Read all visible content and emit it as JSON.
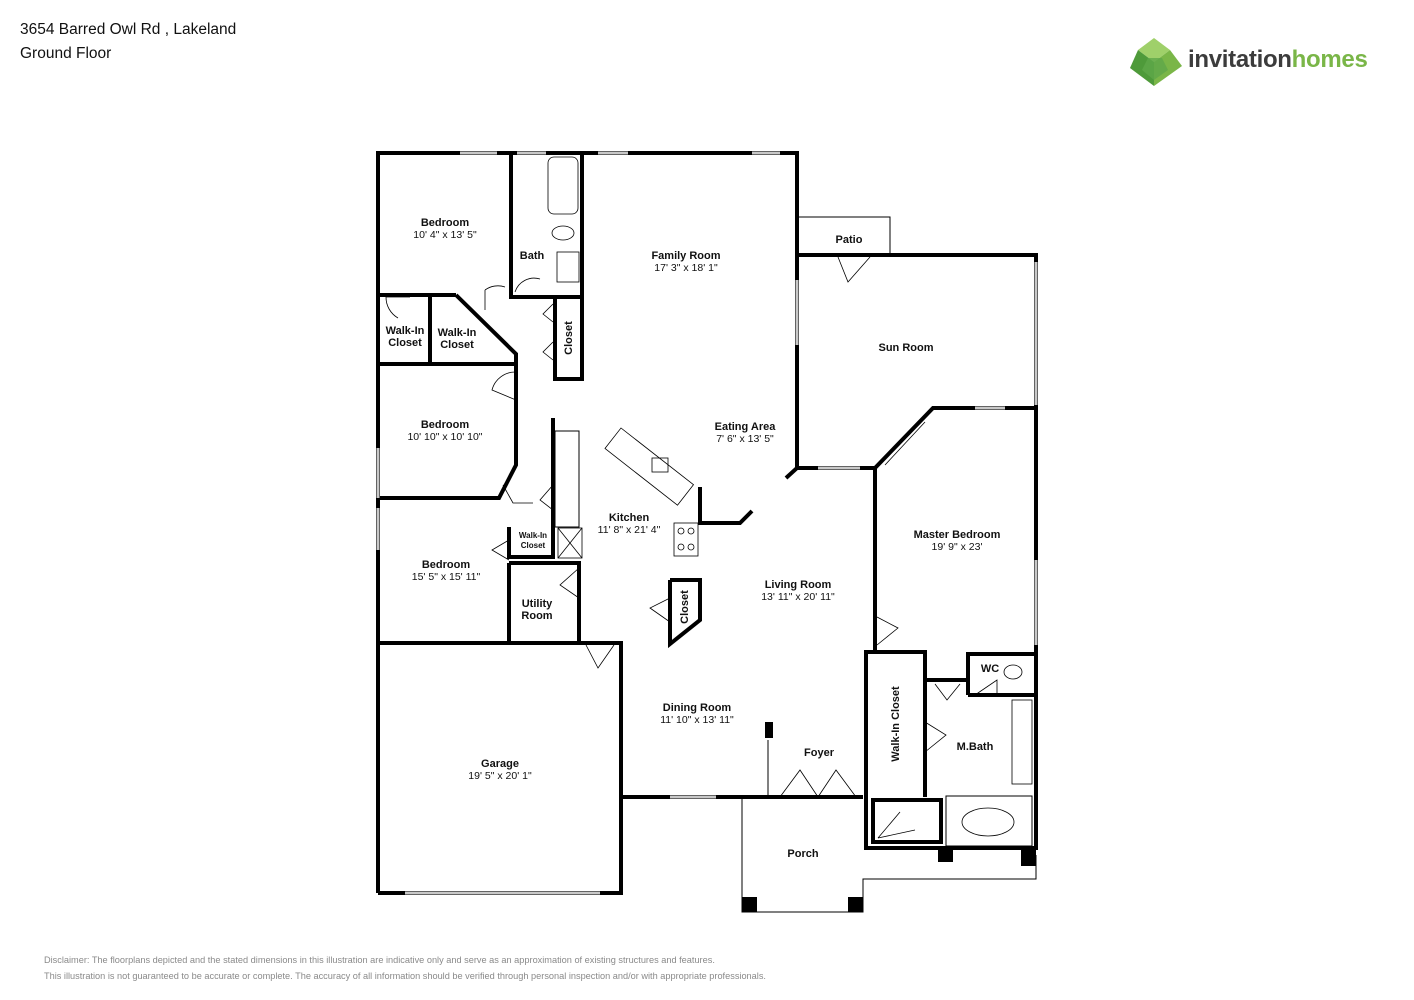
{
  "header": {
    "address": "3654 Barred Owl Rd , Lakeland",
    "floor": "Ground Floor"
  },
  "logo": {
    "brand_word_1": "invitation",
    "brand_word_2": "homes",
    "colors": {
      "dark": "#3c3c3c",
      "green": "#7ab648",
      "green_dark": "#4e9a3a",
      "green_light": "#9fd06a"
    }
  },
  "rooms": {
    "bedroom1": {
      "name": "Bedroom",
      "dims": "10' 4\" x 13' 5\""
    },
    "bath": {
      "name": "Bath"
    },
    "family_room": {
      "name": "Family Room",
      "dims": "17' 3\" x 18' 1\""
    },
    "patio": {
      "name": "Patio"
    },
    "sun_room": {
      "name": "Sun Room"
    },
    "walkin1": {
      "line1": "Walk-In",
      "line2": "Closet"
    },
    "walkin2": {
      "line1": "Walk-In",
      "line2": "Closet"
    },
    "closet_hall": {
      "name": "Closet"
    },
    "bedroom2": {
      "name": "Bedroom",
      "dims": "10' 10\" x 10' 10\""
    },
    "eating_area": {
      "name": "Eating Area",
      "dims": "7' 6\" x 13' 5\""
    },
    "kitchen": {
      "name": "Kitchen",
      "dims": "11' 8\" x 21' 4\""
    },
    "walkin3": {
      "line1": "Walk-In",
      "line2": "Closet"
    },
    "master_bedroom": {
      "name": "Master Bedroom",
      "dims": "19' 9\" x 23'"
    },
    "bedroom3": {
      "name": "Bedroom",
      "dims": "15' 5\" x 15' 11\""
    },
    "utility": {
      "line1": "Utility",
      "line2": "Room"
    },
    "living_room": {
      "name": "Living Room",
      "dims": "13' 11\" x 20' 11\""
    },
    "closet_kitchen": {
      "name": "Closet"
    },
    "wc": {
      "name": "WC"
    },
    "dining_room": {
      "name": "Dining Room",
      "dims": "11' 10\" x 13' 11\""
    },
    "garage": {
      "name": "Garage",
      "dims": "19' 5\" x 20' 1\""
    },
    "foyer": {
      "name": "Foyer"
    },
    "walkin_master": {
      "name": "Walk-In Closet"
    },
    "mbath": {
      "name": "M.Bath"
    },
    "porch": {
      "name": "Porch"
    }
  },
  "disclaimer": {
    "line1": "Disclaimer: The floorplans depicted and the stated dimensions in this illustration are indicative only and serve as an approximation of existing structures and features.",
    "line2": "This illustration is not guaranteed to be accurate or complete. The accuracy of all information should be verified through personal inspection and/or with appropriate professionals."
  },
  "colors": {
    "wall": "#000000",
    "window": "#c8c8c8",
    "text": "#111111",
    "disclaimer": "#8a8a8a"
  }
}
